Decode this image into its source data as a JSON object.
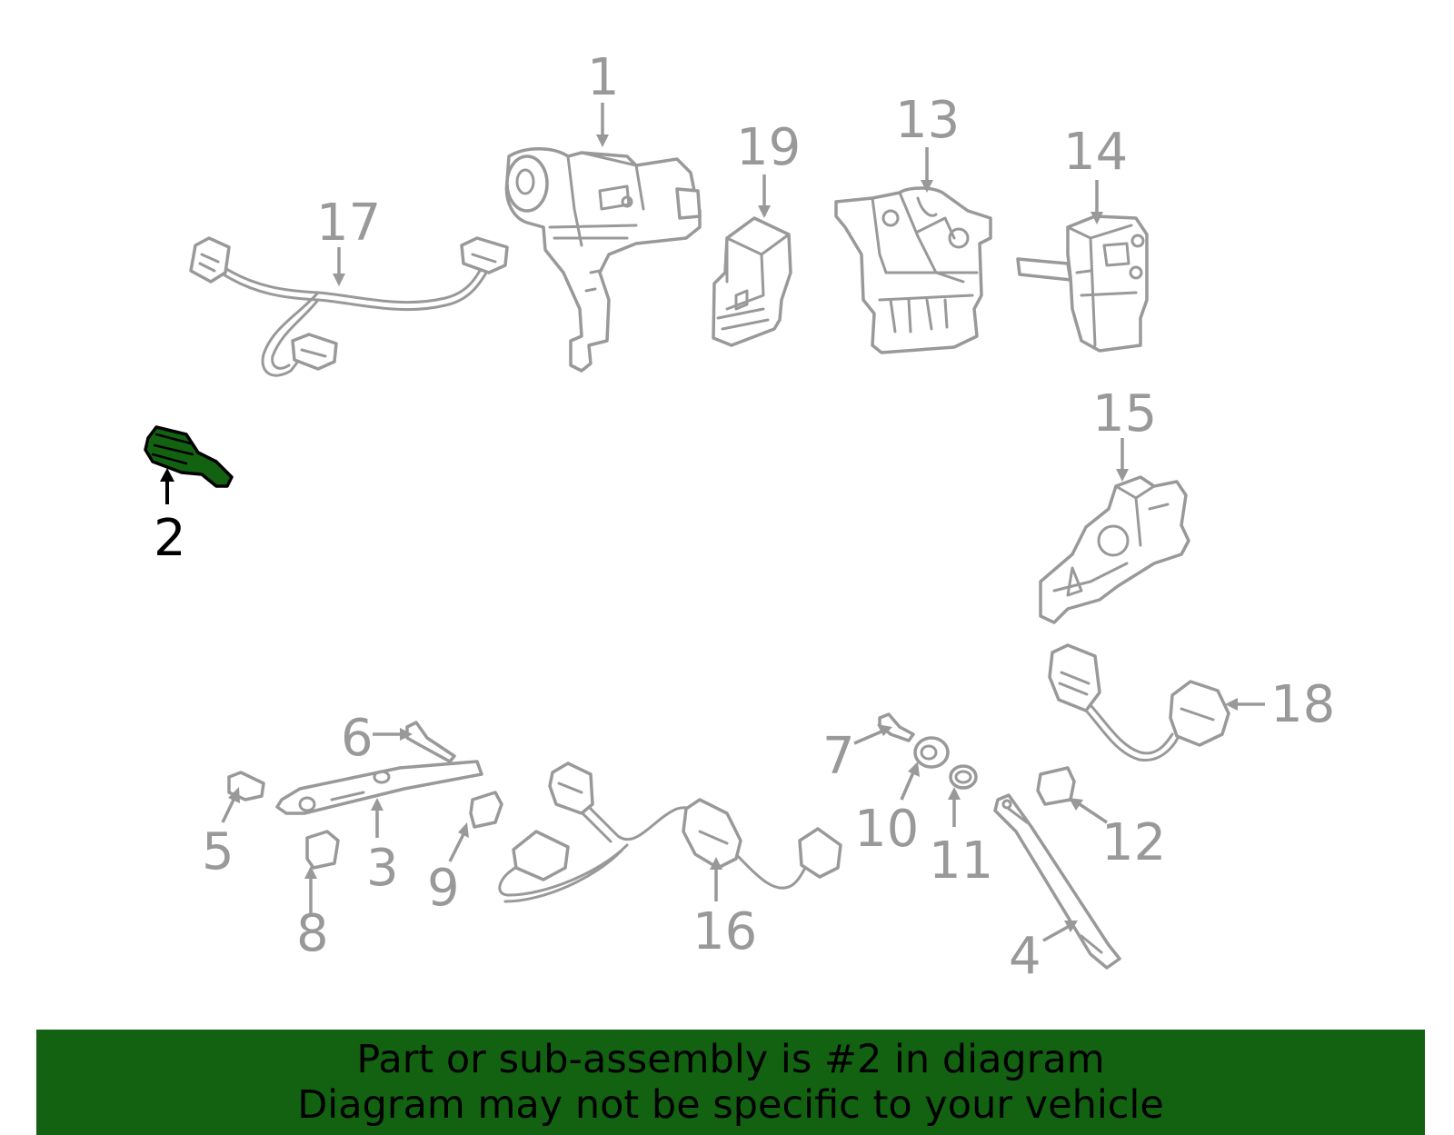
{
  "highlighted_part": "2",
  "colors": {
    "highlight": "#136212",
    "inactive": "#999999",
    "active_label": "#000000"
  },
  "callouts": {
    "c1": "1",
    "c2": "2",
    "c3": "3",
    "c4": "4",
    "c5": "5",
    "c6": "6",
    "c7": "7",
    "c8": "8",
    "c9": "9",
    "c10": "10",
    "c11": "11",
    "c12": "12",
    "c13": "13",
    "c14": "14",
    "c15": "15",
    "c16": "16",
    "c17": "17",
    "c18": "18",
    "c19": "19"
  },
  "banner": {
    "line1": "Part or sub-assembly is #2 in diagram",
    "line2": "Diagram may not be specific to your vehicle"
  }
}
